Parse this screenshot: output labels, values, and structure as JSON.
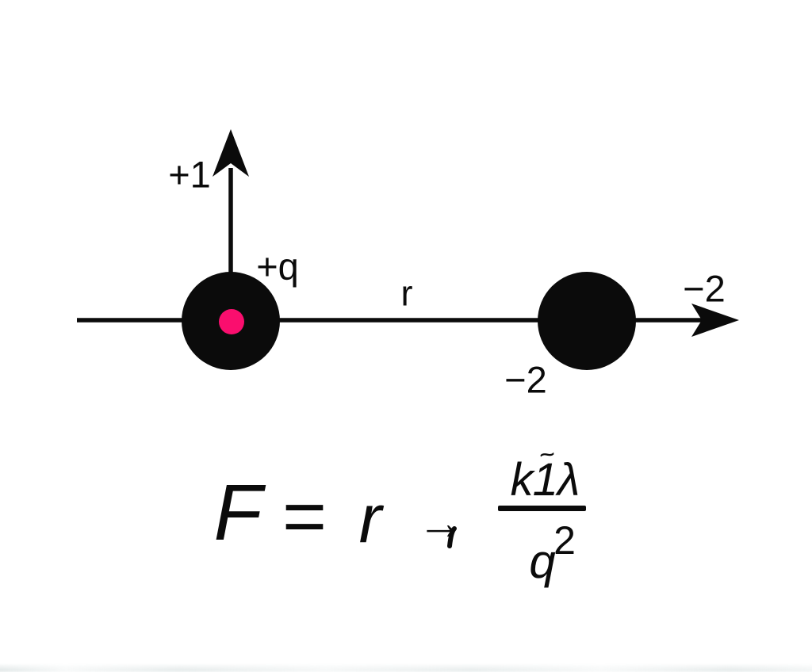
{
  "canvas": {
    "bg": "#ffffff",
    "ink": "#0b0b0b",
    "accent_pink": "#fa0e6e"
  },
  "diagram": {
    "up_arrow_label": "+1",
    "left_charge_label": "+q",
    "distance_label": "r",
    "axis_end_label": "−2",
    "right_charge_label": "−2"
  },
  "formula": {
    "lhs": "F",
    "equals": "=",
    "variable": "r",
    "arrow": "→",
    "numerator": "k1λ",
    "numerator_mark": "~",
    "denominator_base": "q",
    "denominator_exponent": "2"
  }
}
